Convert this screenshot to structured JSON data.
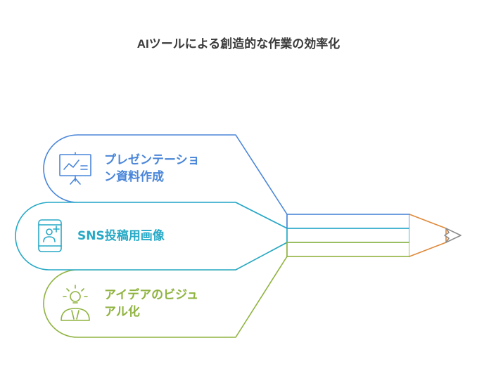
{
  "title": "AIツールによる創造的な作業の効率化",
  "colors": {
    "blue": "#4a86d9",
    "teal": "#27a9c6",
    "green": "#8fb33f",
    "orange": "#e0893a",
    "gray": "#8c8c8c",
    "title": "#3a3a3a"
  },
  "items": [
    {
      "label_line1": "プレゼンテーショ",
      "label_line2": "ン資料作成",
      "icon": "presentation-board-icon"
    },
    {
      "label_line1": "SNS投稿用画像",
      "icon": "smartphone-user-icon"
    },
    {
      "label_line1": "アイデアのビジュ",
      "label_line2": "アル化",
      "icon": "lightbulb-idea-icon"
    }
  ]
}
